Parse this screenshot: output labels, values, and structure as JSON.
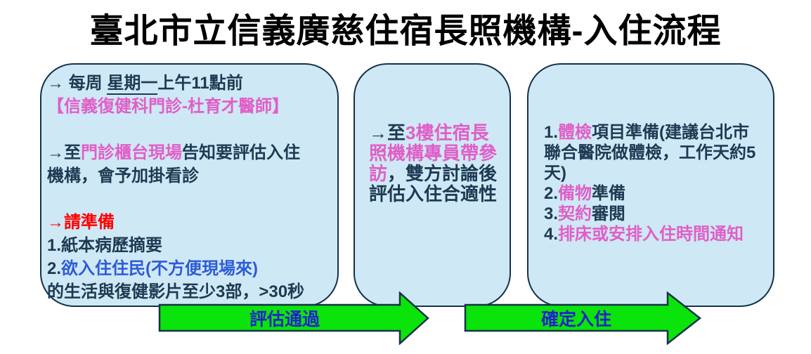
{
  "title": "臺北市立信義廣慈住宿長照機構-入住流程",
  "colors": {
    "box-fill": "#cfe8f5",
    "box-border": "#14324a",
    "text-dark": "#1e3a52",
    "pink": "#e05fc7",
    "red": "#ff0000",
    "blue": "#2d5cd6",
    "arrow-green": "#0be40b",
    "arrow-label": "#2222cc",
    "title-color": "#000000"
  },
  "boxes": {
    "evaluation": {
      "l1_prefix": "→ 每周 ",
      "l1_underlined": "星期一",
      "l1_suffix": "上午11點前",
      "l2_pink": "【信義復健科門診-杜育才醫師】",
      "l3_prefix": "→至",
      "l3_pink": "門診櫃台現場",
      "l3_suffix": "告知要評估入住",
      "l4": "機構，會予加掛看診",
      "l5_red": "→請準備",
      "l6": "1.紙本病歷摘要",
      "l7_num": "2.",
      "l7_blue": "欲入住住民(不方便現場來)",
      "l8": "的生活與復健影片至少3部，>30秒"
    },
    "visit": {
      "prefix": "→至",
      "pink_l1": "3樓住宿長",
      "pink_l2": "照機構專員帶參",
      "pink_l3": "訪",
      "dark_l3": "，雙方討論後",
      "dark_l4": "評估入住合適性"
    },
    "admission": {
      "i1_num": "1.",
      "i1_pink": "體檢",
      "i1_l1": "項目準備(建議台北市",
      "i1_l2": "聯合醫院做體檢，工作天約5",
      "i1_l3": "天)",
      "i2_num": "2.",
      "i2_pink": "備物",
      "i2_rest": "準備",
      "i3_num": "3.",
      "i3_pink": "契約",
      "i3_rest": "審閱",
      "i4_num": "4.",
      "i4_pink": "排床或安排入住時間通知"
    }
  },
  "arrows": {
    "evaluation_pass": "評估通過",
    "confirm_admission": "確定入住"
  }
}
